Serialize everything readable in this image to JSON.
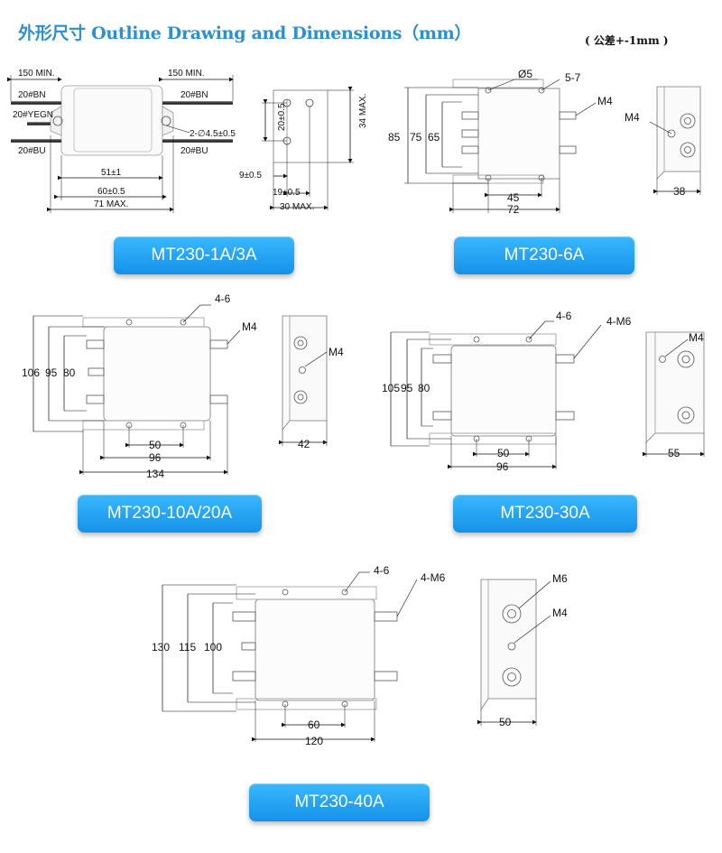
{
  "header": {
    "title": "外形尺寸 Outline Drawing and Dimensions（mm）",
    "tolerance": "( 公差+-1mm )"
  },
  "models": [
    {
      "label": "MT230-1A/3A"
    },
    {
      "label": "MT230-6A"
    },
    {
      "label": "MT230-10A/20A"
    },
    {
      "label": "MT230-30A"
    },
    {
      "label": "MT230-40A"
    }
  ],
  "drawing_1a": {
    "lead_left": "150 MIN.",
    "lead_right": "150 MIN.",
    "wire_bn_left": "20#BN",
    "wire_yegn": "20#YEGN",
    "wire_bu_left": "20#BU",
    "wire_bn_right": "20#BN",
    "wire_bu_right": "20#BU",
    "hole": "2-∅4.5±0.5",
    "dim_51": "51±1",
    "dim_60": "60±0.5",
    "dim_71": "71 MAX.",
    "dim_20": "20±0.5",
    "dim_34": "34 MAX.",
    "dim_9": "9±0.5",
    "dim_19": "19±0.5",
    "dim_30": "30 MAX."
  },
  "drawing_6a": {
    "hole_dia": "Ø5",
    "holes": "5-7",
    "screw": "M4",
    "side_screw": "M4",
    "h85": "85",
    "h75": "75",
    "h65": "65",
    "w45": "45",
    "w72": "72",
    "d38": "38"
  },
  "drawing_10a": {
    "holes": "4-6",
    "screw": "M4",
    "side_screw": "M4",
    "h106": "106",
    "h95": "95",
    "h80": "80",
    "w50": "50",
    "w96": "96",
    "w134": "134",
    "d42": "42"
  },
  "drawing_30a": {
    "holes": "4-6",
    "screw": "4-M6",
    "side_screw": "M4",
    "h105": "105",
    "h95": "95",
    "h80": "80",
    "w50": "50",
    "w96": "96",
    "d55": "55"
  },
  "drawing_40a": {
    "holes": "4-6",
    "screw": "4-M6",
    "side_m6": "M6",
    "side_m4": "M4",
    "h130": "130",
    "h115": "115",
    "h100": "100",
    "w60": "60",
    "w120": "120",
    "d50": "50"
  }
}
